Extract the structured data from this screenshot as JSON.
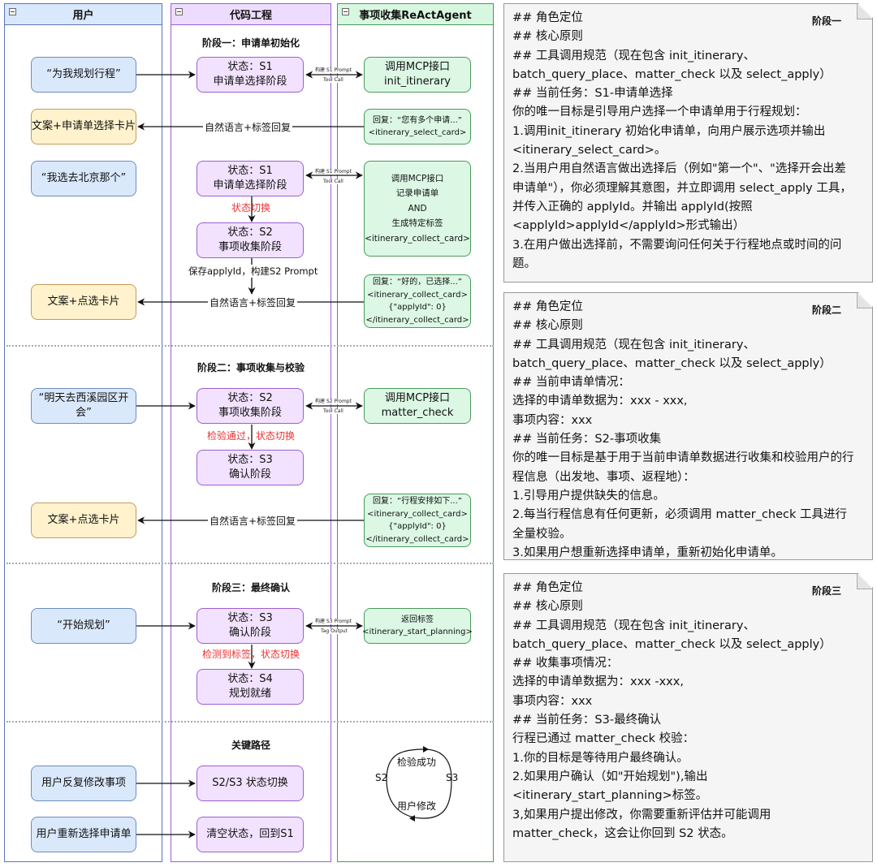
{
  "lanes": {
    "user": "用户",
    "code": "代码工程",
    "agent": "事项收集ReActAgent"
  },
  "phase1": {
    "title": "阶段一：申请单初始化",
    "user_msg1": "“为我规划行程”",
    "state1_line1": "状态：S1",
    "state1_line2": "申请单选择阶段",
    "arrow1_top": "构建 S1 Prompt",
    "arrow1_bottom": "Tool Call",
    "agent1_line1": "调用MCP接口",
    "agent1_line2": "init_itinerary",
    "reply1_line1": "回复：“您有多个申请...”",
    "reply1_line2": "<itinerary_select_card>",
    "reply1_arrow": "自然语言+标签回复",
    "user_card1": "文案+申请单选择卡片",
    "user_msg2": "“我选去北京那个”",
    "state2_line1": "状态：S1",
    "state2_line2": "申请单选择阶段",
    "arrow2_top": "构建 S1 Prompt",
    "arrow2_bottom": "Tool Call",
    "agent2_lines": [
      "调用MCP接口",
      "记录申请单",
      "AND",
      "生成特定标签",
      "<itinerary_collect_card>"
    ],
    "switch_label": "状态切换",
    "state3_line1": "状态：S2",
    "state3_line2": "事项收集阶段",
    "save_label": "保存applyId，构建S2 Prompt",
    "reply2_lines": [
      "回复：“好的，已选择...”",
      "<itinerary_collect_card>",
      "{\"applyId\": 0}",
      "</itinerary_collect_card>"
    ],
    "reply2_arrow": "自然语言+标签回复",
    "user_card2": "文案+点选卡片"
  },
  "phase2": {
    "title": "阶段二：事项收集与校验",
    "user_msg": "“明天去西溪园区开会”",
    "state1_line1": "状态：S2",
    "state1_line2": "事项收集阶段",
    "arrow_top": "构建 S2 Prompt",
    "arrow_bottom": "Tool Call",
    "agent_line1": "调用MCP接口",
    "agent_line2": "matter_check",
    "switch_label": "检验通过，状态切换",
    "state2_line1": "状态：S3",
    "state2_line2": "确认阶段",
    "reply_lines": [
      "回复：“行程安排如下...”",
      "<itinerary_collect_card>",
      "{\"applyId\": 0}",
      "</itinerary_collect_card>"
    ],
    "reply_arrow": "自然语言+标签回复",
    "user_card": "文案+点选卡片"
  },
  "phase3": {
    "title": "阶段三：最终确认",
    "user_msg": "“开始规划”",
    "state1_line1": "状态：S3",
    "state1_line2": "确认阶段",
    "arrow_top": "构建 S3 Prompt",
    "arrow_bottom": "Tag Output",
    "agent_line1": "返回标签",
    "agent_line2": "<itinerary_start_planning>",
    "switch_label": "检测到标签，状态切换",
    "state2_line1": "状态：S4",
    "state2_line2": "规划就绪"
  },
  "critical": {
    "title": "关键路径",
    "user1": "用户反复修改事项",
    "code1": "S2/S3 状态切换",
    "user2": "用户重新选择申请单",
    "code2": "清空状态，回到S1",
    "cycle_top": "检验成功",
    "cycle_bottom": "用户修改",
    "cycle_left": "S2",
    "cycle_right": "S3"
  },
  "notes": [
    {
      "tag": "阶段一",
      "lines": [
        "## 角色定位",
        "## 核心原则",
        "## 工具调用规范（现在包含 init_itinerary、",
        "batch_query_place、matter_check 以及 select_apply）",
        "## 当前任务：S1-申请单选择",
        "你的唯一目标是引导用户选择一个申请单用于行程规划：",
        "1.调用init_itinerary 初始化申请单，向用户展示选项并输出",
        "<itinerary_select_card>。",
        "2.当用户用自然语言做出选择后（例如\"第一个\"、\"选择开会出差",
        "申请单\"），你必须理解其意图，并立即调用 select_apply 工具，",
        "并传入正确的 applyId。并输出 applyId(按照",
        "<applyId>applyId</applyId>形式输出）",
        "3.在用户做出选择前，不需要询问任何关于行程地点或时间的问",
        "题。"
      ]
    },
    {
      "tag": "阶段二",
      "lines": [
        "## 角色定位",
        "## 核心原则",
        "## 工具调用规范（现在包含 init_itinerary、",
        "batch_query_place、matter_check 以及 select_apply）",
        "## 当前申请单情况：",
        "选择的申请单数据为：xxx - xxx,",
        "事项内容：xxx",
        "## 当前任务：S2-事项收集",
        "你的唯一目标是基于用于当前申请单数据进行收集和校验用户的行",
        "程信息（出发地、事项、返程地）：",
        "1.引导用户提供缺失的信息。",
        "2.每当行程信息有任何更新，必须调用 matter_check 工具进行",
        "全量校验。",
        "3.如果用户想重新选择申请单，重新初始化申请单。"
      ]
    },
    {
      "tag": "阶段三",
      "lines": [
        "## 角色定位",
        "## 核心原则",
        "## 工具调用规范（现在包含 init_itinerary、",
        "batch_query_place、matter_check 以及 select_apply）",
        "## 收集事项情况：",
        "选择的申请单数据为：xxx -xxx,",
        "事项内容：xxx",
        "## 当前任务：S3-最终确认",
        "行程已通过 matter_check 校验：",
        "1.你的目标是等待用户最终确认。",
        "2.如果用户确认（如\"开始规划\"),输出",
        "<itinerary_start_planning>标签。",
        "3,如果用户提出修改，你需要重新评估并可能调用",
        "matter_check，这会让你回到 S2 状态。"
      ]
    }
  ],
  "colors": {
    "user_fill": "#dae8fc",
    "user_stroke": "#6c8ebf",
    "code_fill": "#f2e2ff",
    "code_stroke": "#9a5fd4",
    "agent_fill": "#dcf8e5",
    "agent_stroke": "#4a9a5a",
    "yellow_fill": "#fff2cc",
    "red_text": "#ee3333",
    "note_fill": "#f5f5f5"
  }
}
